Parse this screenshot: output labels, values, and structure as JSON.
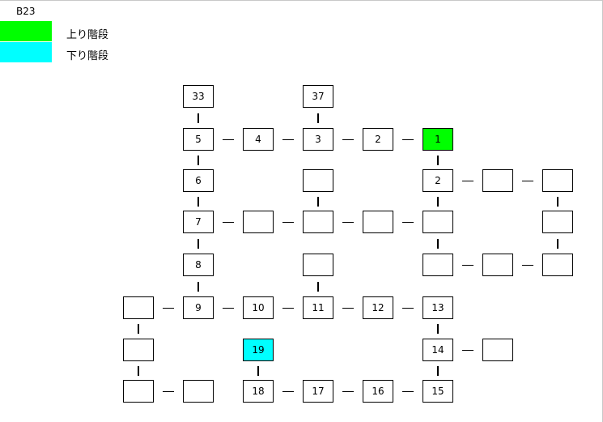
{
  "floor_label": "B23",
  "legend": [
    {
      "label": "上り階段",
      "color": "#00ff00"
    },
    {
      "label": "下り階段",
      "color": "#00ffff"
    }
  ],
  "cells": [
    {
      "label": "33"
    },
    {
      "label": "37"
    },
    {
      "label": "5"
    },
    {
      "label": "4"
    },
    {
      "label": "3"
    },
    {
      "label": "2"
    },
    {
      "label": "1",
      "type": "up"
    },
    {
      "label": "6"
    },
    {
      "label": ""
    },
    {
      "label": "2"
    },
    {
      "label": ""
    },
    {
      "label": ""
    },
    {
      "label": "7"
    },
    {
      "label": ""
    },
    {
      "label": ""
    },
    {
      "label": ""
    },
    {
      "label": ""
    },
    {
      "label": ""
    },
    {
      "label": "8"
    },
    {
      "label": ""
    },
    {
      "label": ""
    },
    {
      "label": ""
    },
    {
      "label": ""
    },
    {
      "label": ""
    },
    {
      "label": "9"
    },
    {
      "label": "10"
    },
    {
      "label": "11"
    },
    {
      "label": "12"
    },
    {
      "label": "13"
    },
    {
      "label": ""
    },
    {
      "label": "19",
      "type": "down"
    },
    {
      "label": "14"
    },
    {
      "label": ""
    },
    {
      "label": ""
    },
    {
      "label": ""
    },
    {
      "label": "18"
    },
    {
      "label": "17"
    },
    {
      "label": "16"
    },
    {
      "label": "15"
    }
  ]
}
